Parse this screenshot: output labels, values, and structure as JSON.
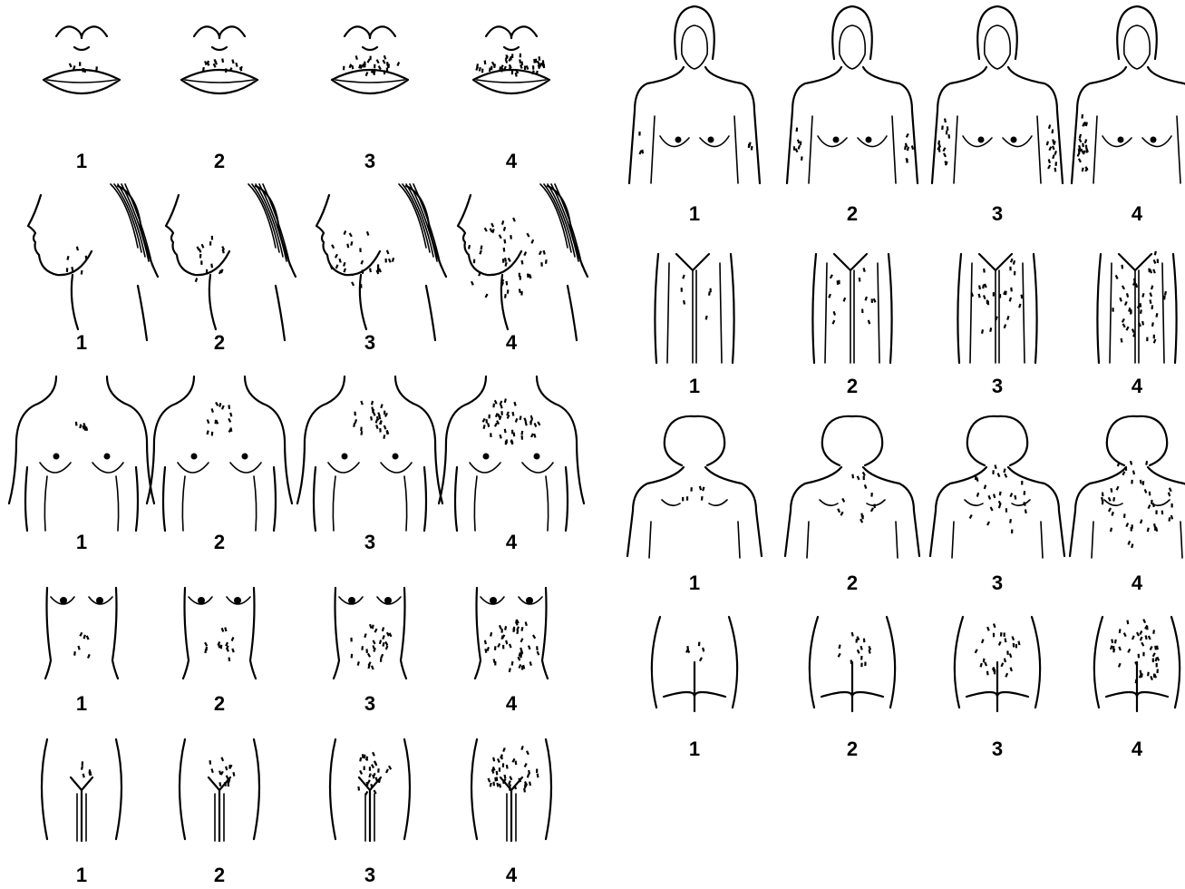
{
  "left_panel": {
    "rows": [
      {
        "region": "upper-lip",
        "grades": [
          "1",
          "2",
          "3",
          "4"
        ]
      },
      {
        "region": "chin",
        "grades": [
          "1",
          "2",
          "3",
          "4"
        ]
      },
      {
        "region": "chest",
        "grades": [
          "1",
          "2",
          "3",
          "4"
        ]
      },
      {
        "region": "upper-abdomen",
        "grades": [
          "1",
          "2",
          "3",
          "4"
        ]
      },
      {
        "region": "lower-abdomen",
        "grades": [
          "1",
          "2",
          "3",
          "4"
        ]
      }
    ]
  },
  "right_panel": {
    "rows": [
      {
        "region": "upper-arm",
        "grades": [
          "1",
          "2",
          "3",
          "4"
        ]
      },
      {
        "region": "thigh",
        "grades": [
          "1",
          "2",
          "3",
          "4"
        ]
      },
      {
        "region": "upper-back",
        "grades": [
          "1",
          "2",
          "3",
          "4"
        ]
      },
      {
        "region": "lower-back",
        "grades": [
          "1",
          "2",
          "3",
          "4"
        ]
      }
    ]
  }
}
